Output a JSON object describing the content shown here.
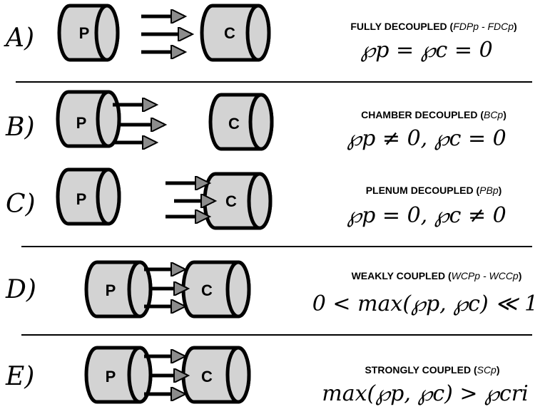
{
  "rows": [
    {
      "case_label": "A)",
      "plenum_letter": "P",
      "chamber_letter": "C",
      "title_main": "FULLY DECOUPLED (",
      "title_abbr": "FDPp - FDCp",
      "title_close": ")",
      "formula": "℘p = ℘c = 0"
    },
    {
      "case_label": "B)",
      "plenum_letter": "P",
      "chamber_letter": "C",
      "title_main": "CHAMBER DECOUPLED (",
      "title_abbr": "BCp",
      "title_close": ")",
      "formula": "℘p ≠ 0,  ℘c = 0"
    },
    {
      "case_label": "C)",
      "plenum_letter": "P",
      "chamber_letter": "C",
      "title_main": "PLENUM DECOUPLED (",
      "title_abbr": "PBp",
      "title_close": ")",
      "formula": "℘p = 0,  ℘c ≠ 0"
    },
    {
      "case_label": "D)",
      "plenum_letter": "P",
      "chamber_letter": "C",
      "title_main": "WEAKLY COUPLED (",
      "title_abbr": "WCPp - WCCp",
      "title_close": ")",
      "formula": "0 < max(℘p,  ℘c) ≪ 1"
    },
    {
      "case_label": "E)",
      "plenum_letter": "P",
      "chamber_letter": "C",
      "title_main": "STRONGLY COUPLED (",
      "title_abbr": "SCp",
      "title_close": ")",
      "formula": "max(℘p,  ℘c) > ℘cri"
    }
  ]
}
